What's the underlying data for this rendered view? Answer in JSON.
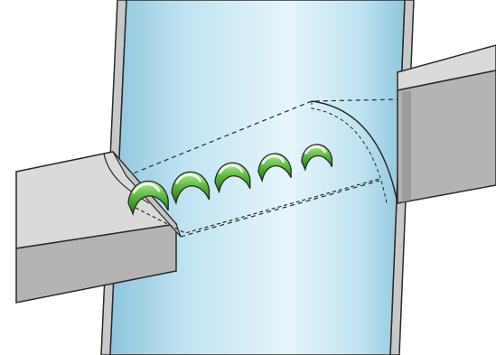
{
  "figure": {
    "background": "#ffffff",
    "colors": {
      "tube_light": "#e6f5fb",
      "tube_mid": "#bfe3f1",
      "tube_dark": "#8fc5dc",
      "wall_top": "#dadada",
      "wall_front": "#b4b4b4",
      "wall_side": "#8e8e8e",
      "ink": "#2a2a2a",
      "band_light": "#bfe7a0",
      "band_mid": "#5cbc3c",
      "band_dark": "#226d1a"
    },
    "components": {
      "tube": "cylindrical-pipe",
      "left_beam": "rectangular-beam",
      "right_beam": "rectangular-beam",
      "cut": "slot-through-pipe",
      "insert": "corrugated-green-band"
    },
    "corrugation_count": 5
  }
}
